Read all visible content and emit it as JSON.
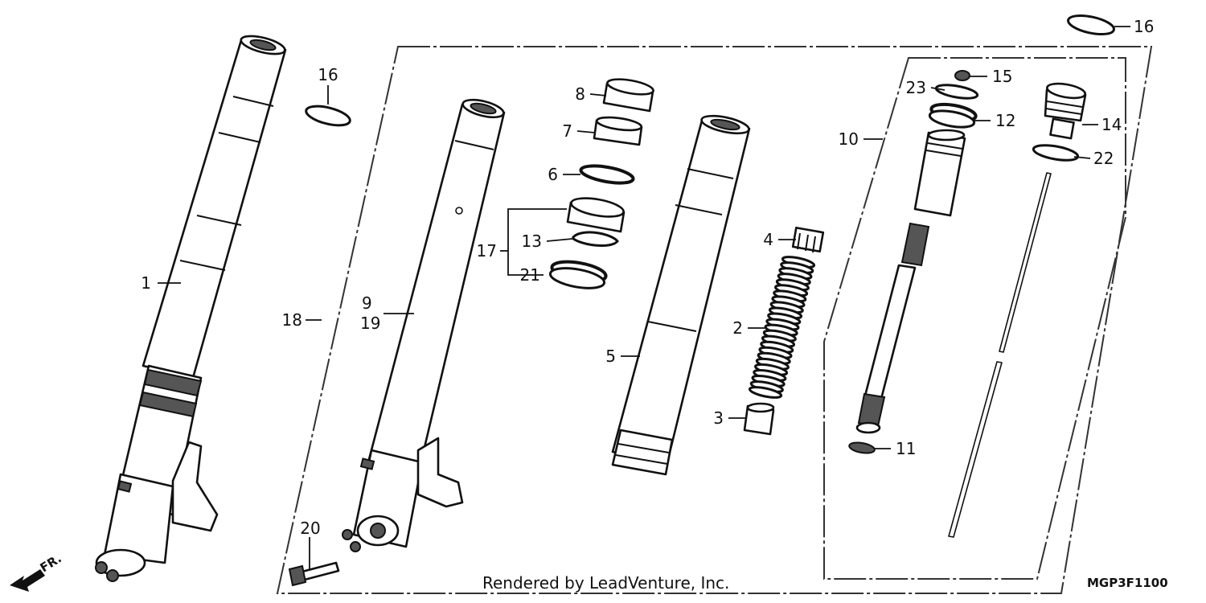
{
  "diagram": {
    "callouts": {
      "c1": "1",
      "c2": "2",
      "c3": "3",
      "c4": "4",
      "c5": "5",
      "c6": "6",
      "c7": "7",
      "c8": "8",
      "c9": "9",
      "c10": "10",
      "c11": "11",
      "c12": "12",
      "c13": "13",
      "c14": "14",
      "c15": "15",
      "c16a": "16",
      "c16b": "16",
      "c17": "17",
      "c18": "18",
      "c19": "19",
      "c20": "20",
      "c21": "21",
      "c22": "22",
      "c23": "23"
    },
    "direction_label": "FR.",
    "watermark": "Rendered by LeadVenture, Inc.",
    "diagram_code": "MGP3F1100"
  }
}
